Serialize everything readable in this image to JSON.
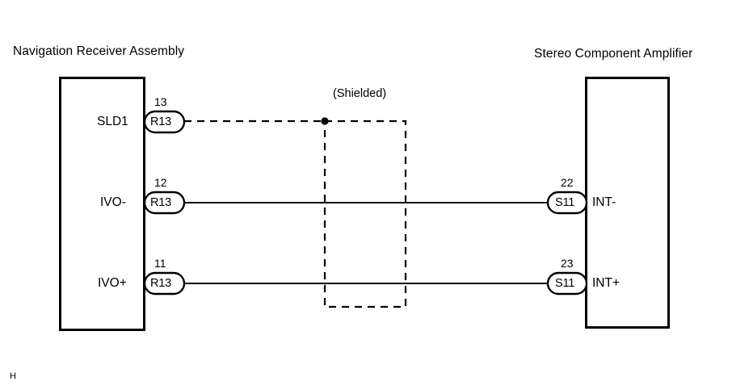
{
  "diagram": {
    "title_left": "Navigation Receiver Assembly",
    "title_right": "Stereo Component Amplifier",
    "shield_label": "(Shielded)",
    "page_mark": "H",
    "line_color": "#000000",
    "background_color": "#ffffff"
  },
  "left_module": {
    "name": "Navigation Receiver Assembly",
    "terminals": [
      {
        "signal": "SLD1",
        "pin": "13",
        "connector": "R13"
      },
      {
        "signal": "IVO-",
        "pin": "12",
        "connector": "R13"
      },
      {
        "signal": "IVO+",
        "pin": "11",
        "connector": "R13"
      }
    ]
  },
  "right_module": {
    "name": "Stereo Component Amplifier",
    "terminals": [
      {
        "signal": "INT-",
        "pin": "22",
        "connector": "S11"
      },
      {
        "signal": "INT+",
        "pin": "23",
        "connector": "S11"
      }
    ]
  },
  "wires": [
    {
      "from": "SLD1",
      "to": "shield",
      "style": "dashed"
    },
    {
      "from": "IVO-",
      "to": "INT-",
      "style": "solid"
    },
    {
      "from": "IVO+",
      "to": "INT+",
      "style": "solid"
    }
  ]
}
